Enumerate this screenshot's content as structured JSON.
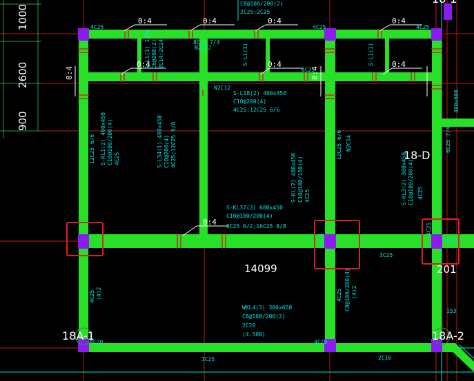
{
  "colors": {
    "background": "#000000",
    "beam": "#28e028",
    "column": "#8a1cf0",
    "rebar_mark": "#d02020",
    "annotation": "#00e6e6",
    "grid_line": "#c01818",
    "dimension_line": "#20a040",
    "highlight_box": "#e02020",
    "text": "#ffffff"
  },
  "dimensions": {
    "left": [
      "1000",
      "2600",
      "900"
    ],
    "center": "14099",
    "right_partial": "201"
  },
  "axis_labels": {
    "top_right_partial": "18-1",
    "d": "18-D",
    "a1": "18A-1",
    "a2": "18A-2"
  },
  "ratios": [
    "0:4",
    "0:4",
    "0:4",
    "0:4",
    "0:4",
    "0:4",
    "0:4",
    "0:4",
    "0:4",
    "0:4"
  ],
  "annotations": {
    "top_mid_1": "C8@100/200(2)",
    "top_mid_2": "2C25;2C25",
    "top_col_1": "4C25",
    "top_col_2": "4C25",
    "top_col_3": "4C25",
    "top_small_1": "S-L1(1) 150x",
    "top_small_2": "C6@200(2)",
    "top_small_3": "2C14;2C14",
    "top_small_4": "8C/E 7/4",
    "top_small_5": "N2C12",
    "top_sl1": "S-L1(1)",
    "top_sl1b": "S-L1(1)",
    "top_6c25": "6C25",
    "mid_sl18_1": "S-L18(2) 400x450",
    "mid_sl18_2": "C10@200(4)",
    "mid_sl18_3": "4C25;12C25 6/6",
    "mid_n2c12": "N2C12",
    "left_kl12_1": "12C25 6/6",
    "left_kl12_2": "S-KL1(2) 400x450",
    "left_kl12_3": "C10@100/200(4)",
    "left_kl12_4": "4C25",
    "left_l34_1": "S-L34(1) 400x450",
    "left_l34_2": "C10@200(4)",
    "left_l34_3": "4C25;12C25 6/6",
    "vert_kl_1": "S-KL(2) 400x450",
    "vert_kl_2": "C10@100/150(4)",
    "vert_kl_3": "4C25",
    "vert_12c25": "12C25 6/6",
    "vert_n2c14": "N2C14",
    "mid_kl37_1": "S-KL37(3) 600x450",
    "mid_kl37_2": "C10@100/200(4)",
    "mid_kl37_3": "8C25 6/2;16C25 8/8",
    "right_kl32_1": "S-KL3(2) 300x450",
    "right_kl32_2": "C10@100/200(4)",
    "right_kl32_3": "4C25",
    "right_300x600": "300x600",
    "right_6c25": "6C25 7/4",
    "col_4c25_a": "4C25",
    "col_4c25_b": "4C25",
    "col_3c25": "3C25",
    "beam_3c25": "3C25",
    "left_low_1": "4C25",
    "left_low_2": "(4)2",
    "mid_low_1": "4C25",
    "mid_low_2": "C8@100/200(4)",
    "mid_low_3": "(4)2",
    "wkl_1": "WKL4(3) 300x650",
    "wkl_2": "C8@100/200(2)",
    "wkl_3": "2C20",
    "wkl_4": "(4.500)",
    "bottom_4c20_a": "4C20",
    "bottom_4c20_b": "4C20",
    "bottom_3c25": "3C25",
    "bottom_2c16": "2C16",
    "right_low_153": "153"
  }
}
